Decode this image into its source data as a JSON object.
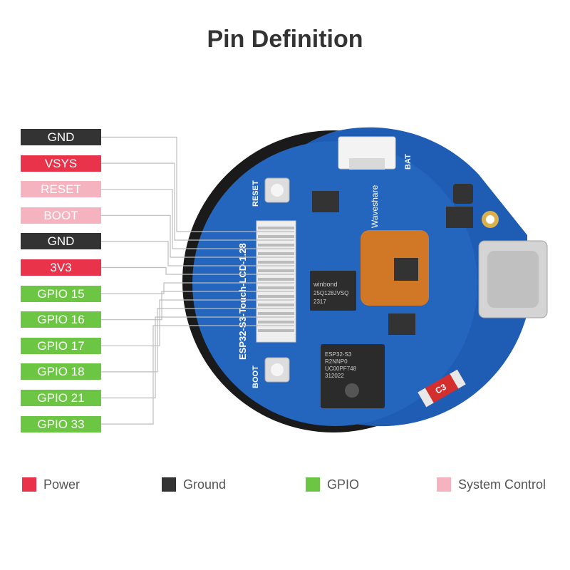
{
  "title": "Pin Definition",
  "colors": {
    "power": "#E8334A",
    "ground": "#333333",
    "gpio": "#6CC644",
    "system_control": "#F4B3BE"
  },
  "pins": [
    {
      "label": "GND",
      "type": "ground"
    },
    {
      "label": "VSYS",
      "type": "power"
    },
    {
      "label": "RESET",
      "type": "system_control"
    },
    {
      "label": "BOOT",
      "type": "system_control"
    },
    {
      "label": "GND",
      "type": "ground"
    },
    {
      "label": "3V3",
      "type": "power"
    },
    {
      "label": "GPIO 15",
      "type": "gpio"
    },
    {
      "label": "GPIO 16",
      "type": "gpio"
    },
    {
      "label": "GPIO 17",
      "type": "gpio"
    },
    {
      "label": "GPIO 18",
      "type": "gpio"
    },
    {
      "label": "GPIO 21",
      "type": "gpio"
    },
    {
      "label": "GPIO 33",
      "type": "gpio"
    }
  ],
  "legend": [
    {
      "label": "Power",
      "type": "power"
    },
    {
      "label": "Ground",
      "type": "ground"
    },
    {
      "label": "GPIO",
      "type": "gpio"
    },
    {
      "label": "System Control",
      "type": "system_control"
    }
  ],
  "board": {
    "model_label": "ESP32-S3-Touch-LCD-1.28",
    "brand": "Waveshare",
    "reset_label": "RESET",
    "boot_label": "BOOT",
    "bat_label": "BAT",
    "flash_chip_text": [
      "winbond",
      "25Q128JVSQ",
      "2317"
    ],
    "mcu_text": [
      "ESP32-S3",
      "R2NNP0",
      "UC00PF748",
      "312022"
    ],
    "c3_label": "C3"
  }
}
